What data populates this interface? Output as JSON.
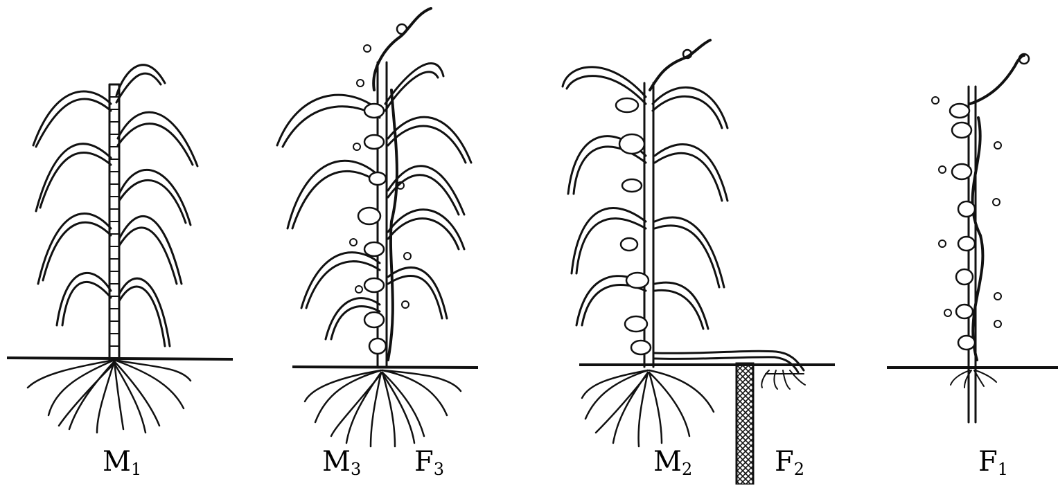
{
  "figure": {
    "panels": [
      {
        "id": "m1",
        "labels": [
          {
            "main": "M",
            "sub": "1"
          }
        ]
      },
      {
        "id": "m3f3",
        "labels": [
          {
            "main": "M",
            "sub": "3"
          },
          {
            "main": "F",
            "sub": "3"
          }
        ]
      },
      {
        "id": "m2f2",
        "labels": [
          {
            "main": "M",
            "sub": "2"
          },
          {
            "main": "F",
            "sub": "2"
          }
        ]
      },
      {
        "id": "f1",
        "labels": [
          {
            "main": "F",
            "sub": "1"
          }
        ]
      }
    ]
  },
  "colors": {
    "ink": "#111111",
    "paper": "#ffffff"
  }
}
